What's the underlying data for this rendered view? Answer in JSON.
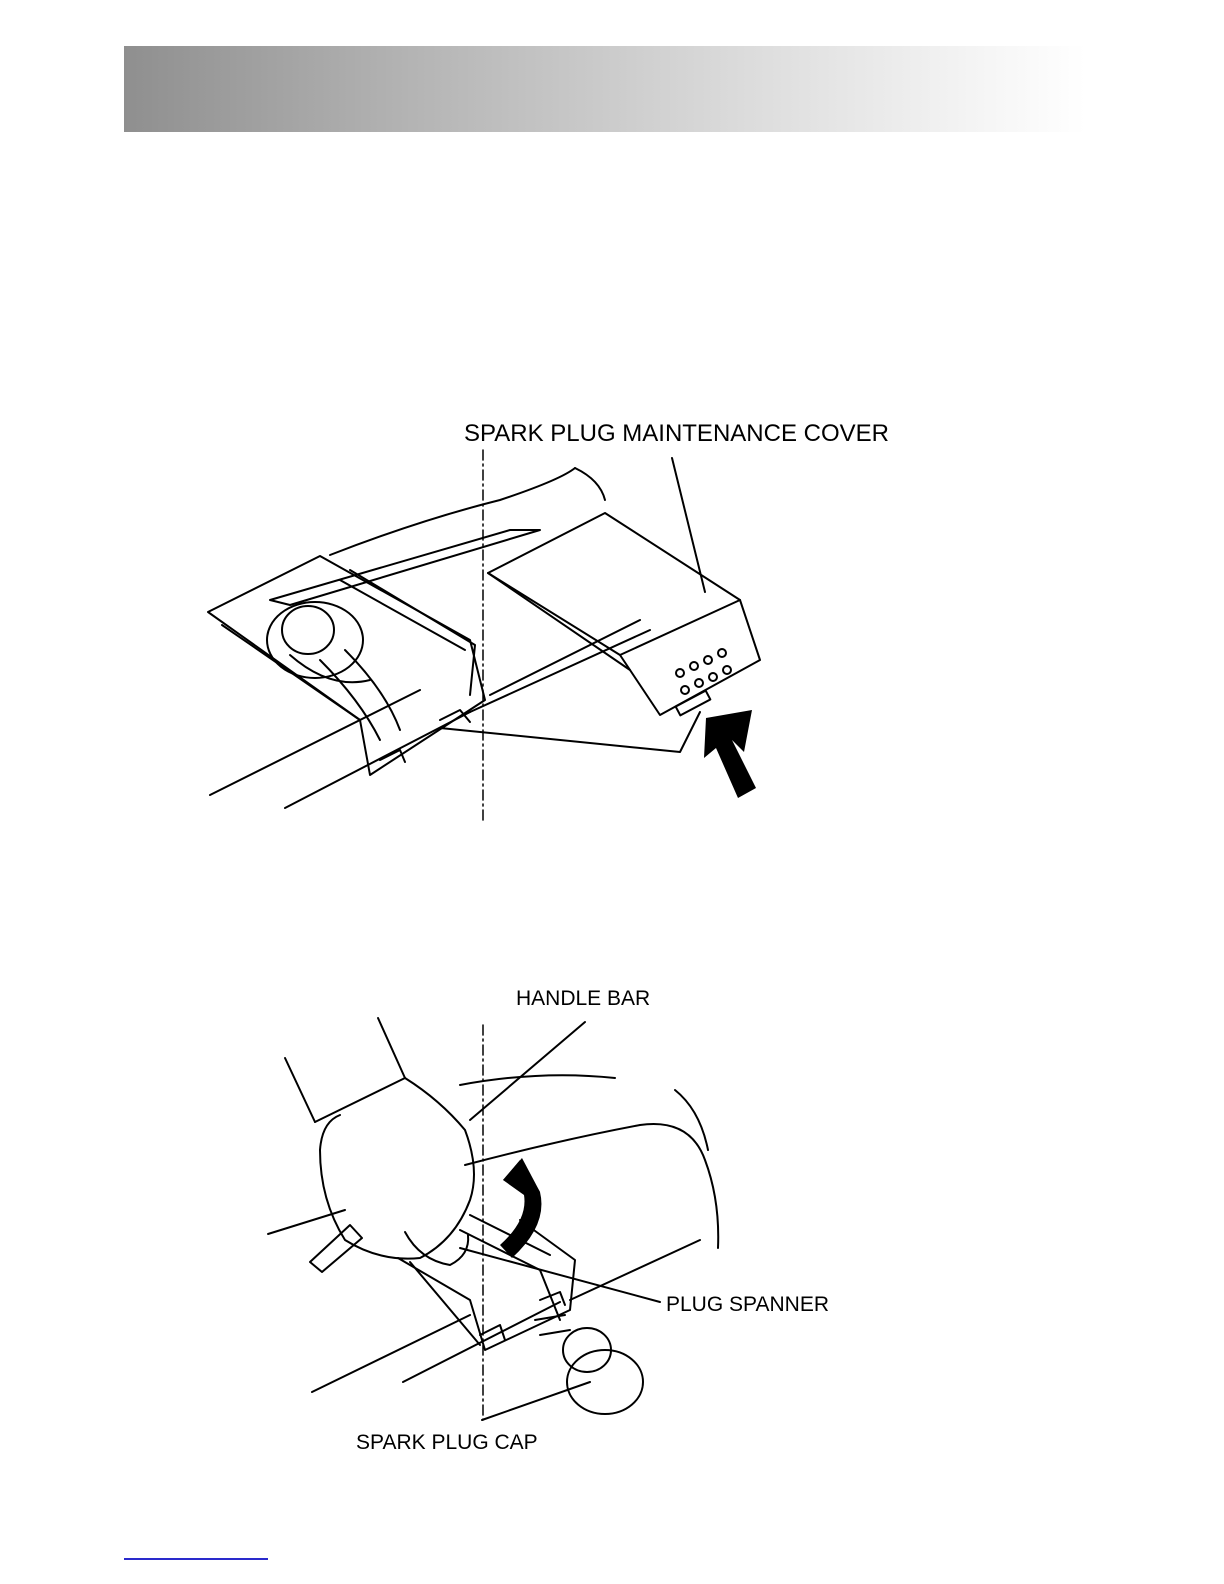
{
  "figure_top": {
    "label_cover": "SPARK PLUG MAINTENANCE COVER"
  },
  "figure_bottom": {
    "label_handle": "HANDLE BAR",
    "label_spanner": "PLUG SPANNER",
    "label_cap": "SPARK PLUG CAP"
  },
  "icons": {
    "push_arrow": "up-right-arrow-icon",
    "rotate_arrow": "curved-arrow-icon"
  }
}
